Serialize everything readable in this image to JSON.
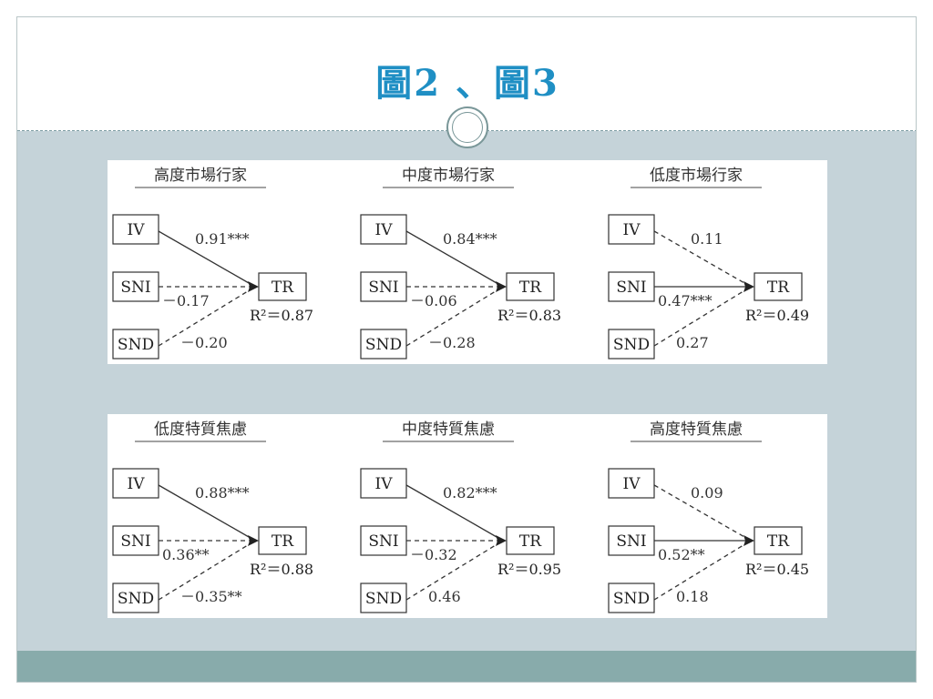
{
  "slide": {
    "title": "圖2 、圖3",
    "colors": {
      "title": "#1f8fc4",
      "content_bg": "#c5d3d9",
      "footer": "#88abab",
      "frame_border": "#b9c6c7"
    }
  },
  "diagrams": [
    {
      "title": "高度市場行家",
      "nodes": [
        "IV",
        "SNI",
        "SND",
        "TR"
      ],
      "paths": [
        {
          "from": "IV",
          "label": "0.91***",
          "style": "solid"
        },
        {
          "from": "SNI",
          "label": "－0.17",
          "style": "dashed"
        },
        {
          "from": "SND",
          "label": "－0.20",
          "style": "dashed"
        }
      ],
      "r2": "R²＝0.87"
    },
    {
      "title": "中度市場行家",
      "nodes": [
        "IV",
        "SNI",
        "SND",
        "TR"
      ],
      "paths": [
        {
          "from": "IV",
          "label": "0.84***",
          "style": "solid"
        },
        {
          "from": "SNI",
          "label": "－0.06",
          "style": "dashed"
        },
        {
          "from": "SND",
          "label": "－0.28",
          "style": "dashed"
        }
      ],
      "r2": "R²＝0.83"
    },
    {
      "title": "低度市場行家",
      "nodes": [
        "IV",
        "SNI",
        "SND",
        "TR"
      ],
      "paths": [
        {
          "from": "IV",
          "label": "0.11",
          "style": "dashed"
        },
        {
          "from": "SNI",
          "label": "0.47***",
          "style": "solid"
        },
        {
          "from": "SND",
          "label": "0.27",
          "style": "dashed"
        }
      ],
      "r2": "R²＝0.49"
    },
    {
      "title": "低度特質焦慮",
      "nodes": [
        "IV",
        "SNI",
        "SND",
        "TR"
      ],
      "paths": [
        {
          "from": "IV",
          "label": "0.88***",
          "style": "solid"
        },
        {
          "from": "SNI",
          "label": "0.36**",
          "style": "dashed"
        },
        {
          "from": "SND",
          "label": "－0.35**",
          "style": "dashed"
        }
      ],
      "r2": "R²＝0.88"
    },
    {
      "title": "中度特質焦慮",
      "nodes": [
        "IV",
        "SNI",
        "SND",
        "TR"
      ],
      "paths": [
        {
          "from": "IV",
          "label": "0.82***",
          "style": "solid"
        },
        {
          "from": "SNI",
          "label": "－0.32",
          "style": "dashed"
        },
        {
          "from": "SND",
          "label": "0.46",
          "style": "dashed"
        }
      ],
      "r2": "R²＝0.95"
    },
    {
      "title": "高度特質焦慮",
      "nodes": [
        "IV",
        "SNI",
        "SND",
        "TR"
      ],
      "paths": [
        {
          "from": "IV",
          "label": "0.09",
          "style": "dashed"
        },
        {
          "from": "SNI",
          "label": "0.52**",
          "style": "solid"
        },
        {
          "from": "SND",
          "label": "0.18",
          "style": "dashed"
        }
      ],
      "r2": "R²＝0.45"
    }
  ]
}
